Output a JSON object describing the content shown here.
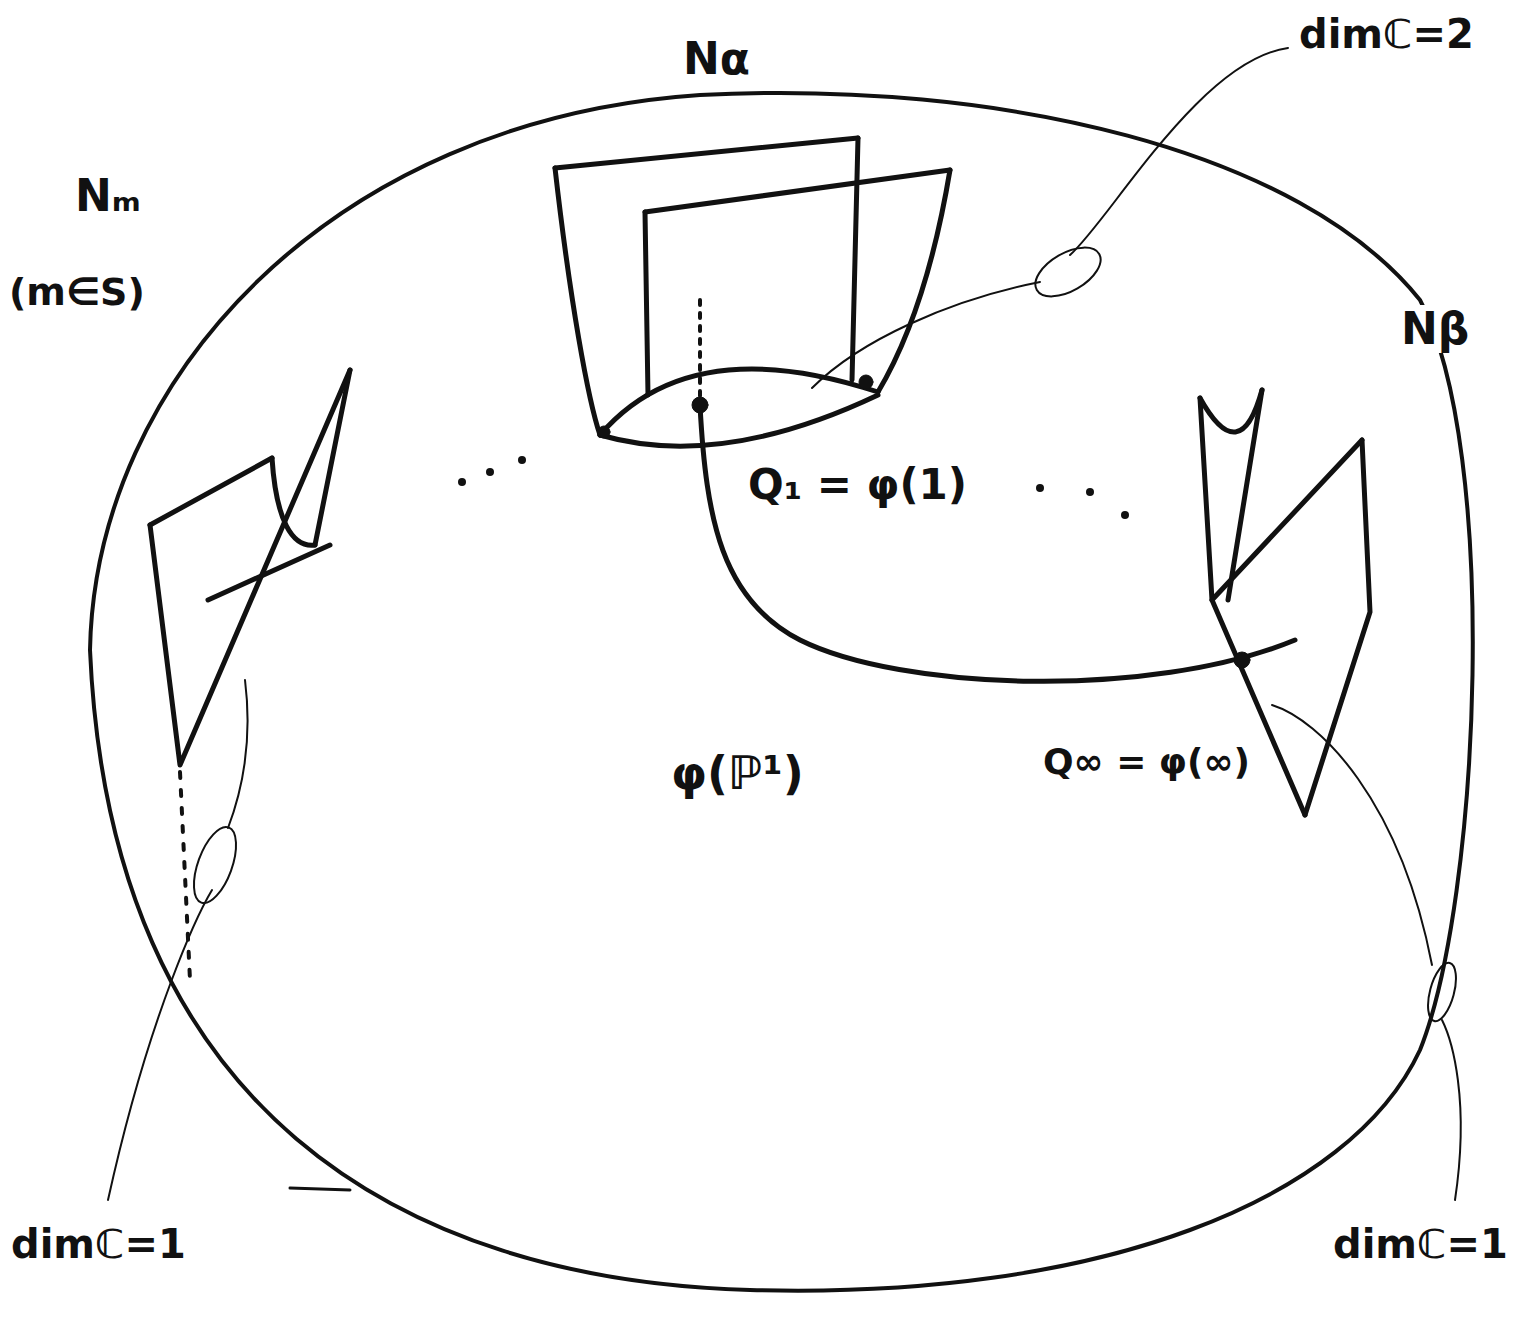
{
  "diagram": {
    "labels": [
      "Nα",
      "Nₘ",
      "(m∈S)",
      "Nβ",
      "dimℂ=2",
      "Q₁ = φ(1)",
      "φ(ℙ¹)",
      "Q∞ = φ(∞)",
      "dimℂ=1",
      "dimℂ=1"
    ]
  }
}
